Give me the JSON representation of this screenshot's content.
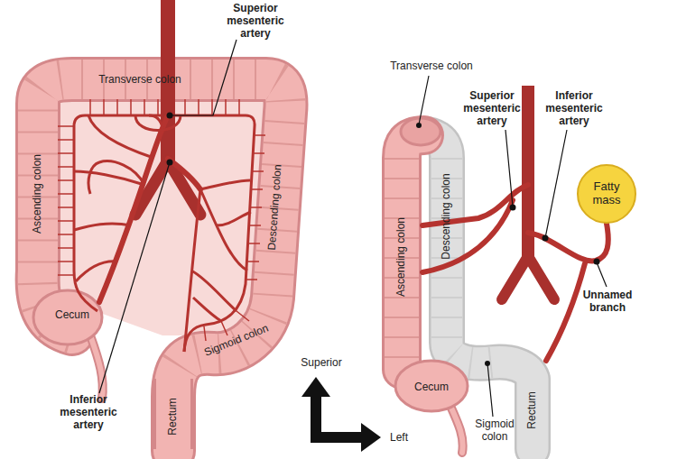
{
  "diagram": {
    "nodes": [
      {
        "text": [
          "Fatty mass"
        ]
      }
    ],
    "labels": [
      "Superior mesenteric artery",
      "Transverse colon",
      "Ascending colon",
      "Descending colon",
      "Cecum",
      "Sigmoid colon",
      "Rectum",
      "Inferior mesenteric artery",
      "Transverse colon",
      "Superior mesenteric artery",
      "Inferior mesenteric artery",
      "Ascending colon",
      "Descending colon",
      "Cecum",
      "Rectum",
      "Sigmoid colon",
      "Unnamed branch",
      "Superior",
      "Left"
    ]
  }
}
